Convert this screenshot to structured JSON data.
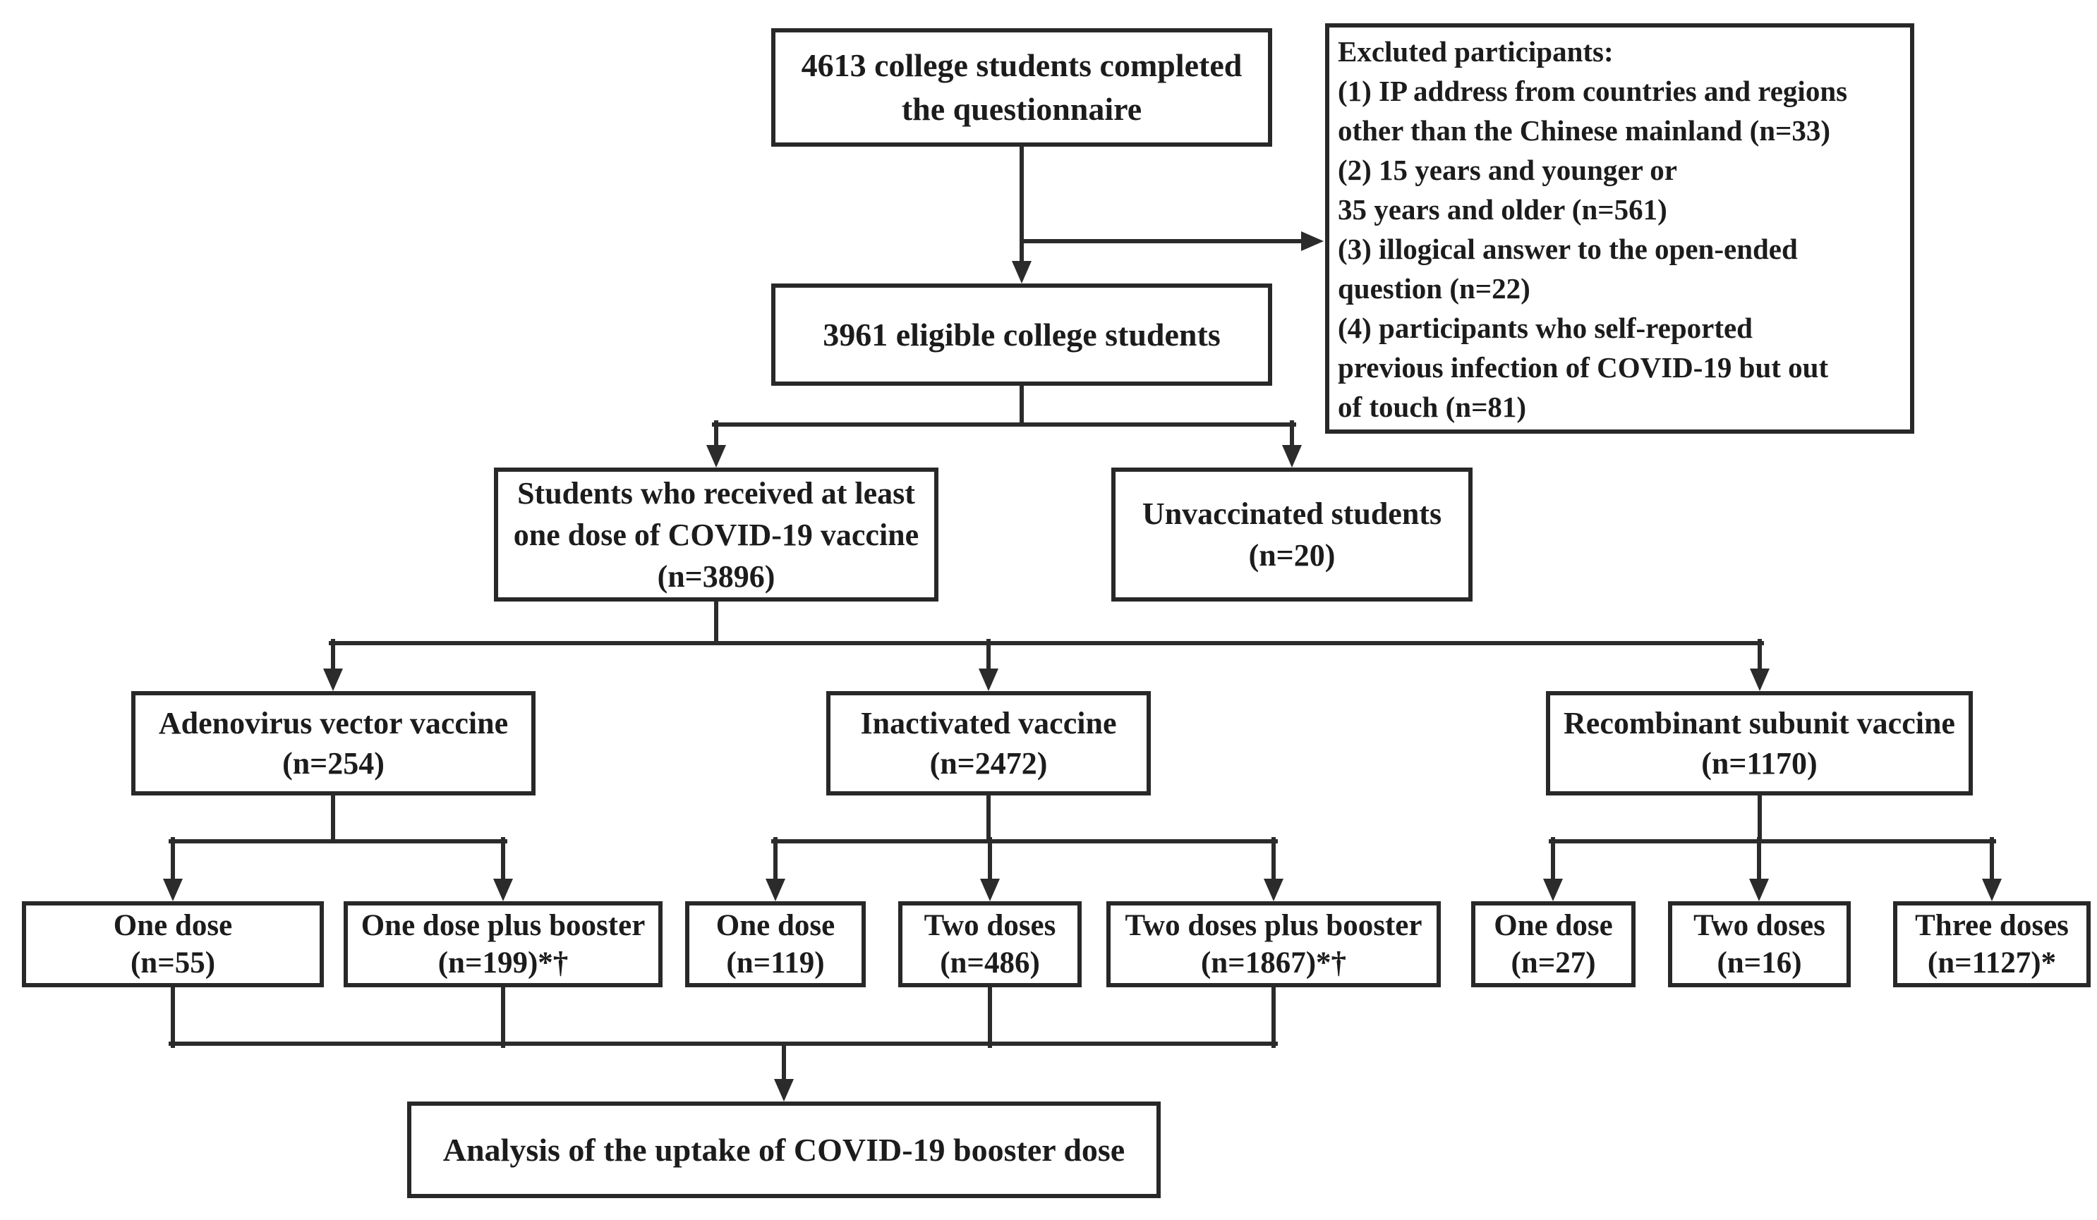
{
  "diagram": {
    "background_color": "#ffffff",
    "line_color": "#2b2b2b",
    "box_border_color": "#282828",
    "text_color": "#1c1c1c",
    "nodes": {
      "questionnaire": {
        "text": "4613 college students completed\nthe questionnaire"
      },
      "excluded": {
        "text": "Excluted participants:\n(1) IP address from countries and regions\nother than the Chinese mainland (n=33)\n(2) 15 years and younger or\n35 years and older (n=561)\n(3) illogical answer to the open-ended\nquestion (n=22)\n(4) participants who self-reported\nprevious infection of COVID-19 but out\nof touch (n=81)"
      },
      "eligible": {
        "text": "3961 eligible college students"
      },
      "vaccinated": {
        "text": "Students who received at least\none dose of COVID-19 vaccine\n(n=3896)"
      },
      "unvaccinated": {
        "text": "Unvaccinated students\n(n=20)"
      },
      "adenovirus": {
        "text": "Adenovirus vector vaccine\n(n=254)"
      },
      "inactivated": {
        "text": "Inactivated vaccine\n(n=2472)"
      },
      "recombinant": {
        "text": "Recombinant subunit vaccine\n(n=1170)"
      },
      "adeno_one_dose": {
        "text": "One dose\n(n=55)"
      },
      "adeno_one_dose_booster": {
        "text": "One dose plus booster\n(n=199)*†"
      },
      "inact_one_dose": {
        "text": "One dose\n(n=119)"
      },
      "inact_two_doses": {
        "text": "Two doses\n(n=486)"
      },
      "inact_two_doses_booster": {
        "text": "Two doses plus booster\n(n=1867)*†"
      },
      "recomb_one_dose": {
        "text": "One dose\n(n=27)"
      },
      "recomb_two_doses": {
        "text": "Two doses\n(n=16)"
      },
      "recomb_three_doses": {
        "text": "Three doses\n(n=1127)*"
      },
      "analysis": {
        "text": "Analysis of the uptake of COVID-19 booster dose"
      }
    }
  }
}
